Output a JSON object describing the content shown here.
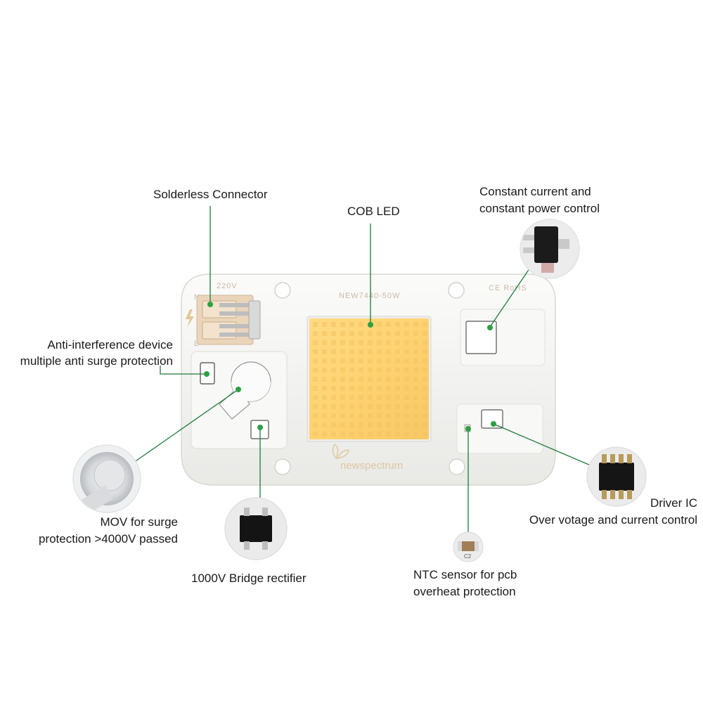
{
  "board": {
    "model_print": "NEW7440-50W",
    "voltage_print": "220V",
    "cert_print": "CE RoHS",
    "brand_print": "newspectrum",
    "pin_n": "N",
    "pin_l": "L",
    "ntc_code": "C2"
  },
  "callouts": {
    "solderless_connector": "Solderless Connector",
    "cob_led": "COB LED",
    "constant_control_line1": "Constant current and",
    "constant_control_line2": "constant power control",
    "anti_interference_line1": "Anti-interference device",
    "anti_interference_line2": "multiple anti surge protection",
    "mov_line1": "MOV for surge",
    "mov_line2": "protection >4000V passed",
    "bridge_rectifier": "1000V Bridge rectifier",
    "ntc_line1": "NTC sensor for pcb",
    "ntc_line2": "overheat protection",
    "driver_ic_line1": "Driver IC",
    "driver_ic_line2": "Over votage and current control"
  },
  "colors": {
    "leader_line": "#1f7a3a",
    "dot": "#2ea043",
    "board": "#f4f4f2",
    "led_face": "#ffd57a",
    "connector_body": "#e9d6bf"
  }
}
